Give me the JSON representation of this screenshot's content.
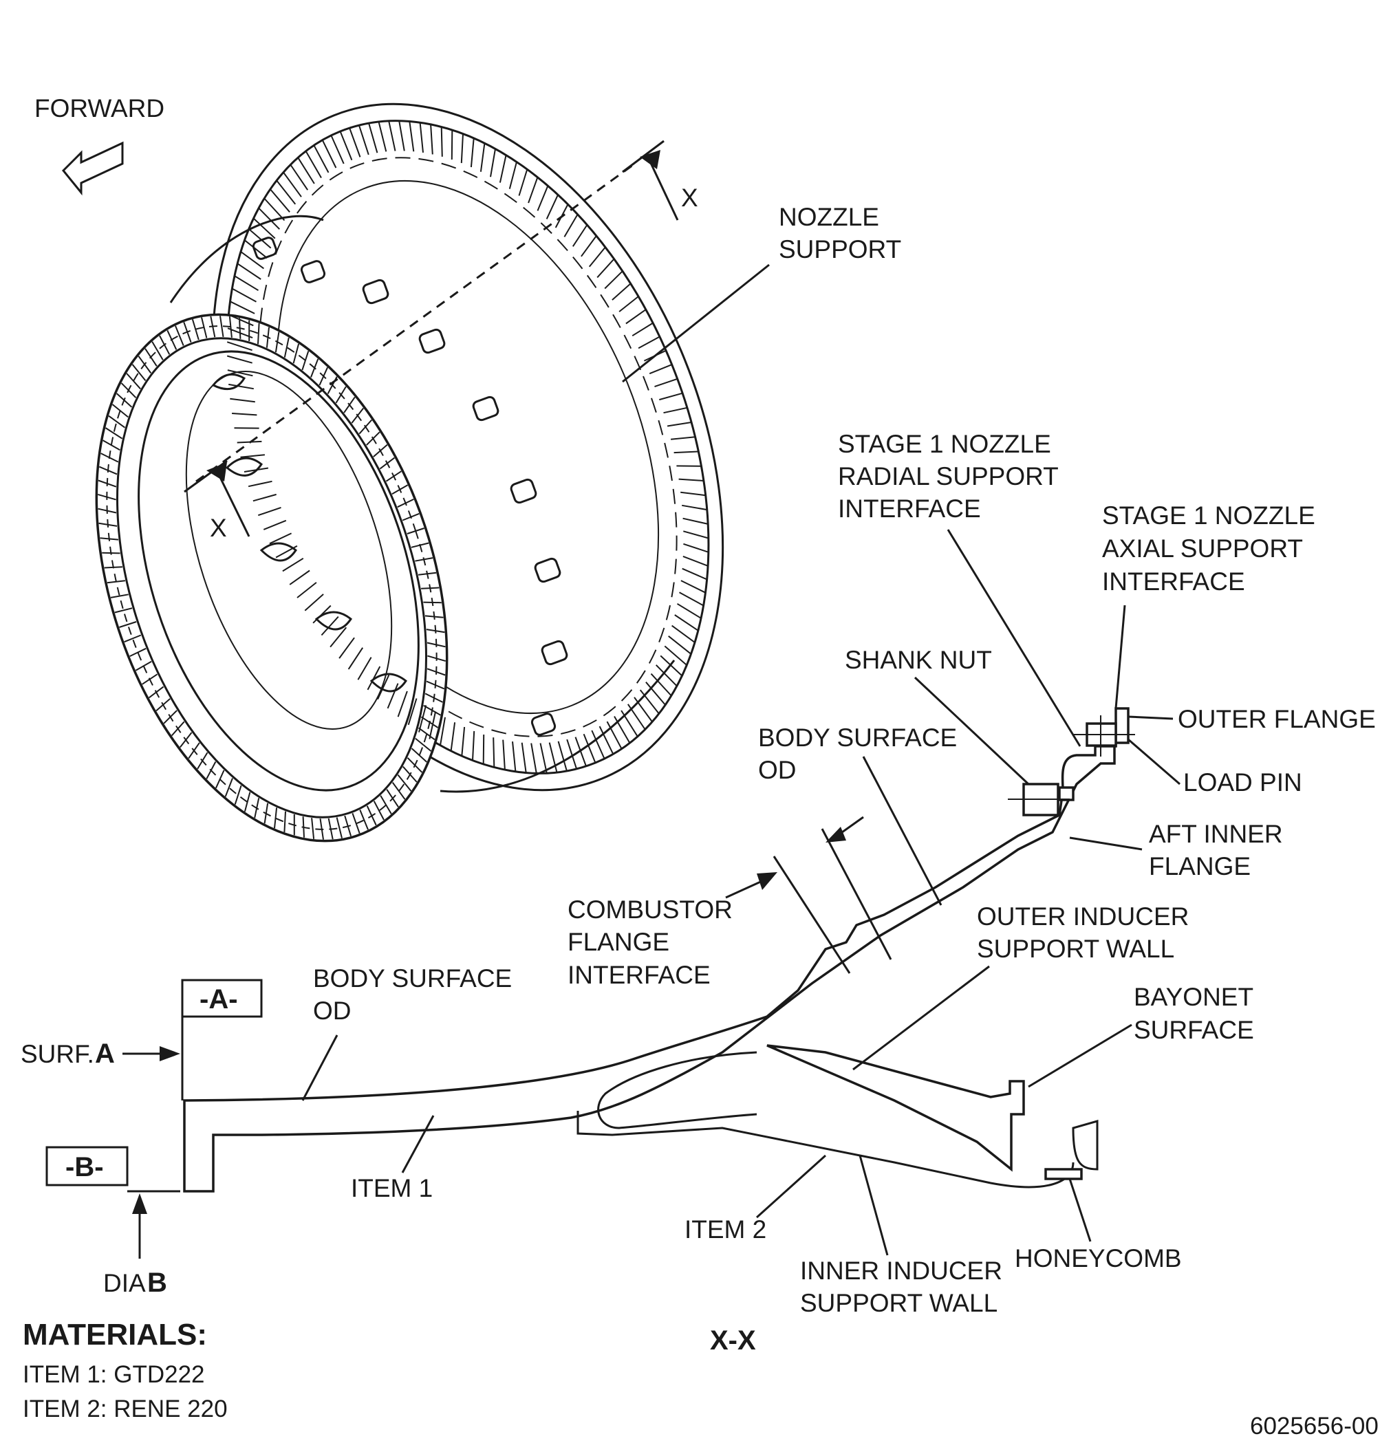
{
  "labels": {
    "forward": "FORWARD",
    "section_x_top": "X",
    "section_x_bottom": "X",
    "nozzle_support": [
      "NOZZLE",
      "SUPPORT"
    ],
    "stage1_radial": [
      "STAGE 1 NOZZLE",
      "RADIAL SUPPORT",
      "INTERFACE"
    ],
    "stage1_axial": [
      "STAGE 1 NOZZLE",
      "AXIAL SUPPORT",
      "INTERFACE"
    ],
    "shank_nut": "SHANK NUT",
    "outer_flange": "OUTER FLANGE",
    "load_pin": "LOAD PIN",
    "body_surface_od_upper": [
      "BODY SURFACE",
      "OD"
    ],
    "aft_inner_flange": [
      "AFT INNER",
      "FLANGE"
    ],
    "combustor_flange": [
      "COMBUSTOR",
      "FLANGE",
      "INTERFACE"
    ],
    "outer_inducer": [
      "OUTER INDUCER",
      "SUPPORT WALL"
    ],
    "body_surface_od_lower": [
      "BODY SURFACE",
      "OD"
    ],
    "bayonet_surface": [
      "BAYONET",
      "SURFACE"
    ],
    "datum_a": "-A-",
    "datum_b": "-B-",
    "surf_a_prefix": "SURF.",
    "surf_a_letter": "A",
    "dia_b_prefix": "DIA",
    "dia_b_letter": "B",
    "item1": "ITEM 1",
    "item2": "ITEM 2",
    "inner_inducer": [
      "INNER INDUCER",
      "SUPPORT WALL"
    ],
    "honeycomb": "HONEYCOMB",
    "section_view": "X-X",
    "drawing_number": "6025656-00"
  },
  "materials": {
    "heading": "MATERIALS:",
    "item1": "ITEM 1:  GTD222",
    "item2": "ITEM 2:  RENE 220"
  }
}
